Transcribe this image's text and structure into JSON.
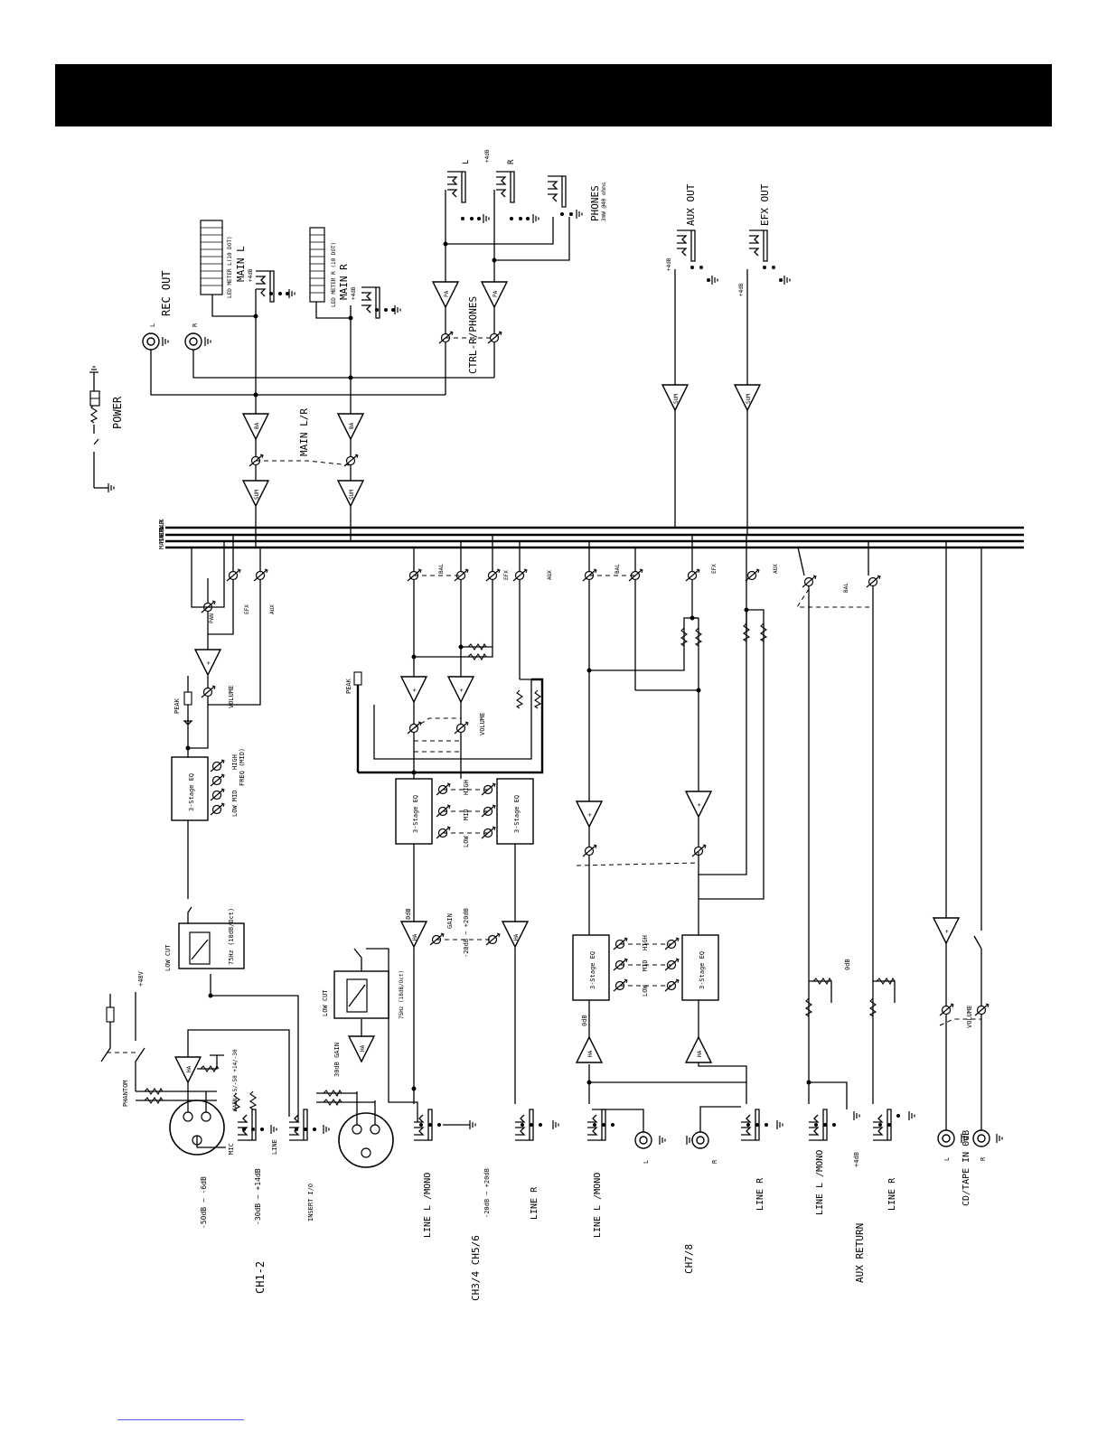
{
  "colors": {
    "ink": "#000000",
    "header": "#000000",
    "link_underline": "#5a5aff"
  },
  "bus": {
    "labels": [
      "AUX",
      "EFX",
      "MAIN R",
      "MAIN L"
    ]
  },
  "power": {
    "label": "POWER"
  },
  "rec_out": {
    "label": "REC OUT",
    "l": "L",
    "r": "R"
  },
  "main_l": {
    "label": "MAIN L",
    "level": "+4dB",
    "meter": "LED METER L(10 DOT)"
  },
  "main_r": {
    "label": "MAIN R",
    "level": "+4dB",
    "meter": "LED METER R (10 DOT)"
  },
  "main_lr": {
    "label": "MAIN L/R"
  },
  "phones": {
    "label": "PHONES",
    "spec": "3mW @40 ohms",
    "l": "L",
    "r": "R",
    "level": "+4dB"
  },
  "ctrl": {
    "label": "CTRL-R/PHONES"
  },
  "aux_out": {
    "label": "AUX OUT",
    "level": "+4dB"
  },
  "efx_out": {
    "label": "EFX OUT",
    "level": "+4dB"
  },
  "amps": {
    "sum": "SUM",
    "ba": "BA",
    "pa": "PA",
    "ha": "HA",
    "plus": "+"
  },
  "ch12": {
    "label": "CH1-2",
    "mic_range": "-50dB ~ -6dB",
    "line_range": "-30dB ~ +14dB",
    "insert": "INSERT I/O",
    "mic": "MIC",
    "line": "LINE",
    "phantom": "PHANTOM",
    "p48v": "+48V",
    "gain": "GAIN -5/-50 +14/-30",
    "low_cut": "LOW CUT",
    "filter": "75Hz (18dB/Oct)",
    "eq": "3-Stage EQ",
    "eq_low_mid": "LOW MID",
    "eq_freq": "FREQ (MID)",
    "eq_high": "HIGH",
    "peak": "PEAK",
    "volume": "VOLUME",
    "pan": "PAN",
    "efx": "EFX",
    "aux": "AUX"
  },
  "ch3456": {
    "label": "CH3/4 CH5/6",
    "line_l": "LINE L /MONO",
    "line_r": "LINE R",
    "range": "-20dB ~ +20dB",
    "gain_label": "GAIN",
    "gain_range": "-20dB ~ +20dB",
    "odb": "0dB",
    "gain30": "30dB GAIN",
    "low_cut": "LOW CUT",
    "filter": "75Hz (18dB/Oct)",
    "eq": "3-Stage EQ",
    "eq_low": "LOW",
    "eq_mid": "MID",
    "eq_high": "HIGH",
    "peak": "PEAK",
    "volume": "VOLUME",
    "bal": "BAL",
    "efx": "EFX",
    "aux": "AUX"
  },
  "ch78": {
    "label": "CH7/8",
    "line_l": "LINE L /MONO",
    "line_r": "LINE R",
    "l": "L",
    "r": "R",
    "odb": "0dB",
    "eq": "3-Stage EQ",
    "eq_low": "LOW",
    "eq_mid": "MID",
    "eq_high": "HIGH",
    "bal": "BAL",
    "efx": "EFX",
    "aux": "AUX"
  },
  "aux_return": {
    "label": "AUX RETURN",
    "line_l": "LINE L /MONO",
    "line_r": "LINE R",
    "level": "+4dB",
    "odb": "0dB",
    "bal": "BAL"
  },
  "cd_tape": {
    "label": "CD/TAPE IN 0dB",
    "l": "L",
    "r": "R",
    "volume": "VOLUME"
  }
}
